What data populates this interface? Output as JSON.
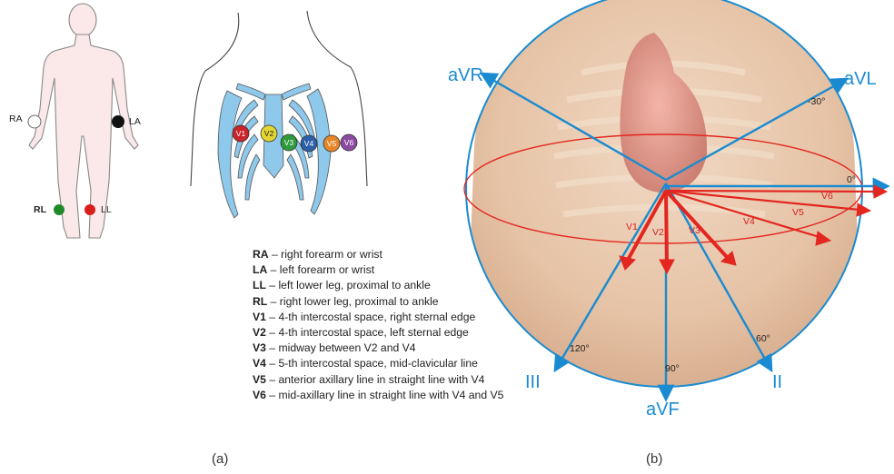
{
  "panel_a": {
    "caption": "(a)",
    "limb_labels": {
      "ra": "RA",
      "la": "LA",
      "rl": "RL",
      "ll": "LL"
    },
    "chest_electrodes": [
      "V1",
      "V2",
      "V3",
      "V4",
      "V5",
      "V6"
    ],
    "electrode_colors": {
      "RA": "#ffffff",
      "LA": "#111111",
      "RL": "#1f8a2a",
      "LL": "#d91c1c",
      "V1": "#c9252b",
      "V2": "#e3d532",
      "V3": "#2e9a3b",
      "V4": "#2c5fa8",
      "V5": "#e6862a",
      "V6": "#8b4aa0"
    },
    "legend": [
      {
        "key": "RA",
        "text": " – right forearm or wrist"
      },
      {
        "key": "LA",
        "text": " – left forearm or wrist"
      },
      {
        "key": "LL",
        "text": " – left lower leg, proximal to ankle"
      },
      {
        "key": "RL",
        "text": " – right lower leg, proximal to ankle"
      },
      {
        "key": "V1",
        "text": " – 4-th intercostal space, right sternal edge"
      },
      {
        "key": "V2",
        "text": " – 4-th intercostal space, left sternal edge"
      },
      {
        "key": "V3",
        "text": " – midway between V2 and V4"
      },
      {
        "key": "V4",
        "text": " – 5-th intercostal space, mid-clavicular line"
      },
      {
        "key": "V5",
        "text": " – anterior axillary line in straight line with V4"
      },
      {
        "key": "V6",
        "text": " – mid-axillary line in straight line with V4 and V5"
      }
    ]
  },
  "panel_b": {
    "caption": "(b)",
    "leads": {
      "avr": "aVR",
      "avl": "aVL",
      "avf": "aVF",
      "ii": "II",
      "iii": "III"
    },
    "angles": {
      "m30": "-30°",
      "zero": "0°",
      "a60": "60°",
      "a90": "90°",
      "a120": "120°"
    },
    "precordial": [
      "V1",
      "V2",
      "V3",
      "V4",
      "V5",
      "V6"
    ],
    "colors": {
      "frontal": "#1a8bd0",
      "horizontal": "#e3261f",
      "torso": "#e9c9ad"
    }
  }
}
